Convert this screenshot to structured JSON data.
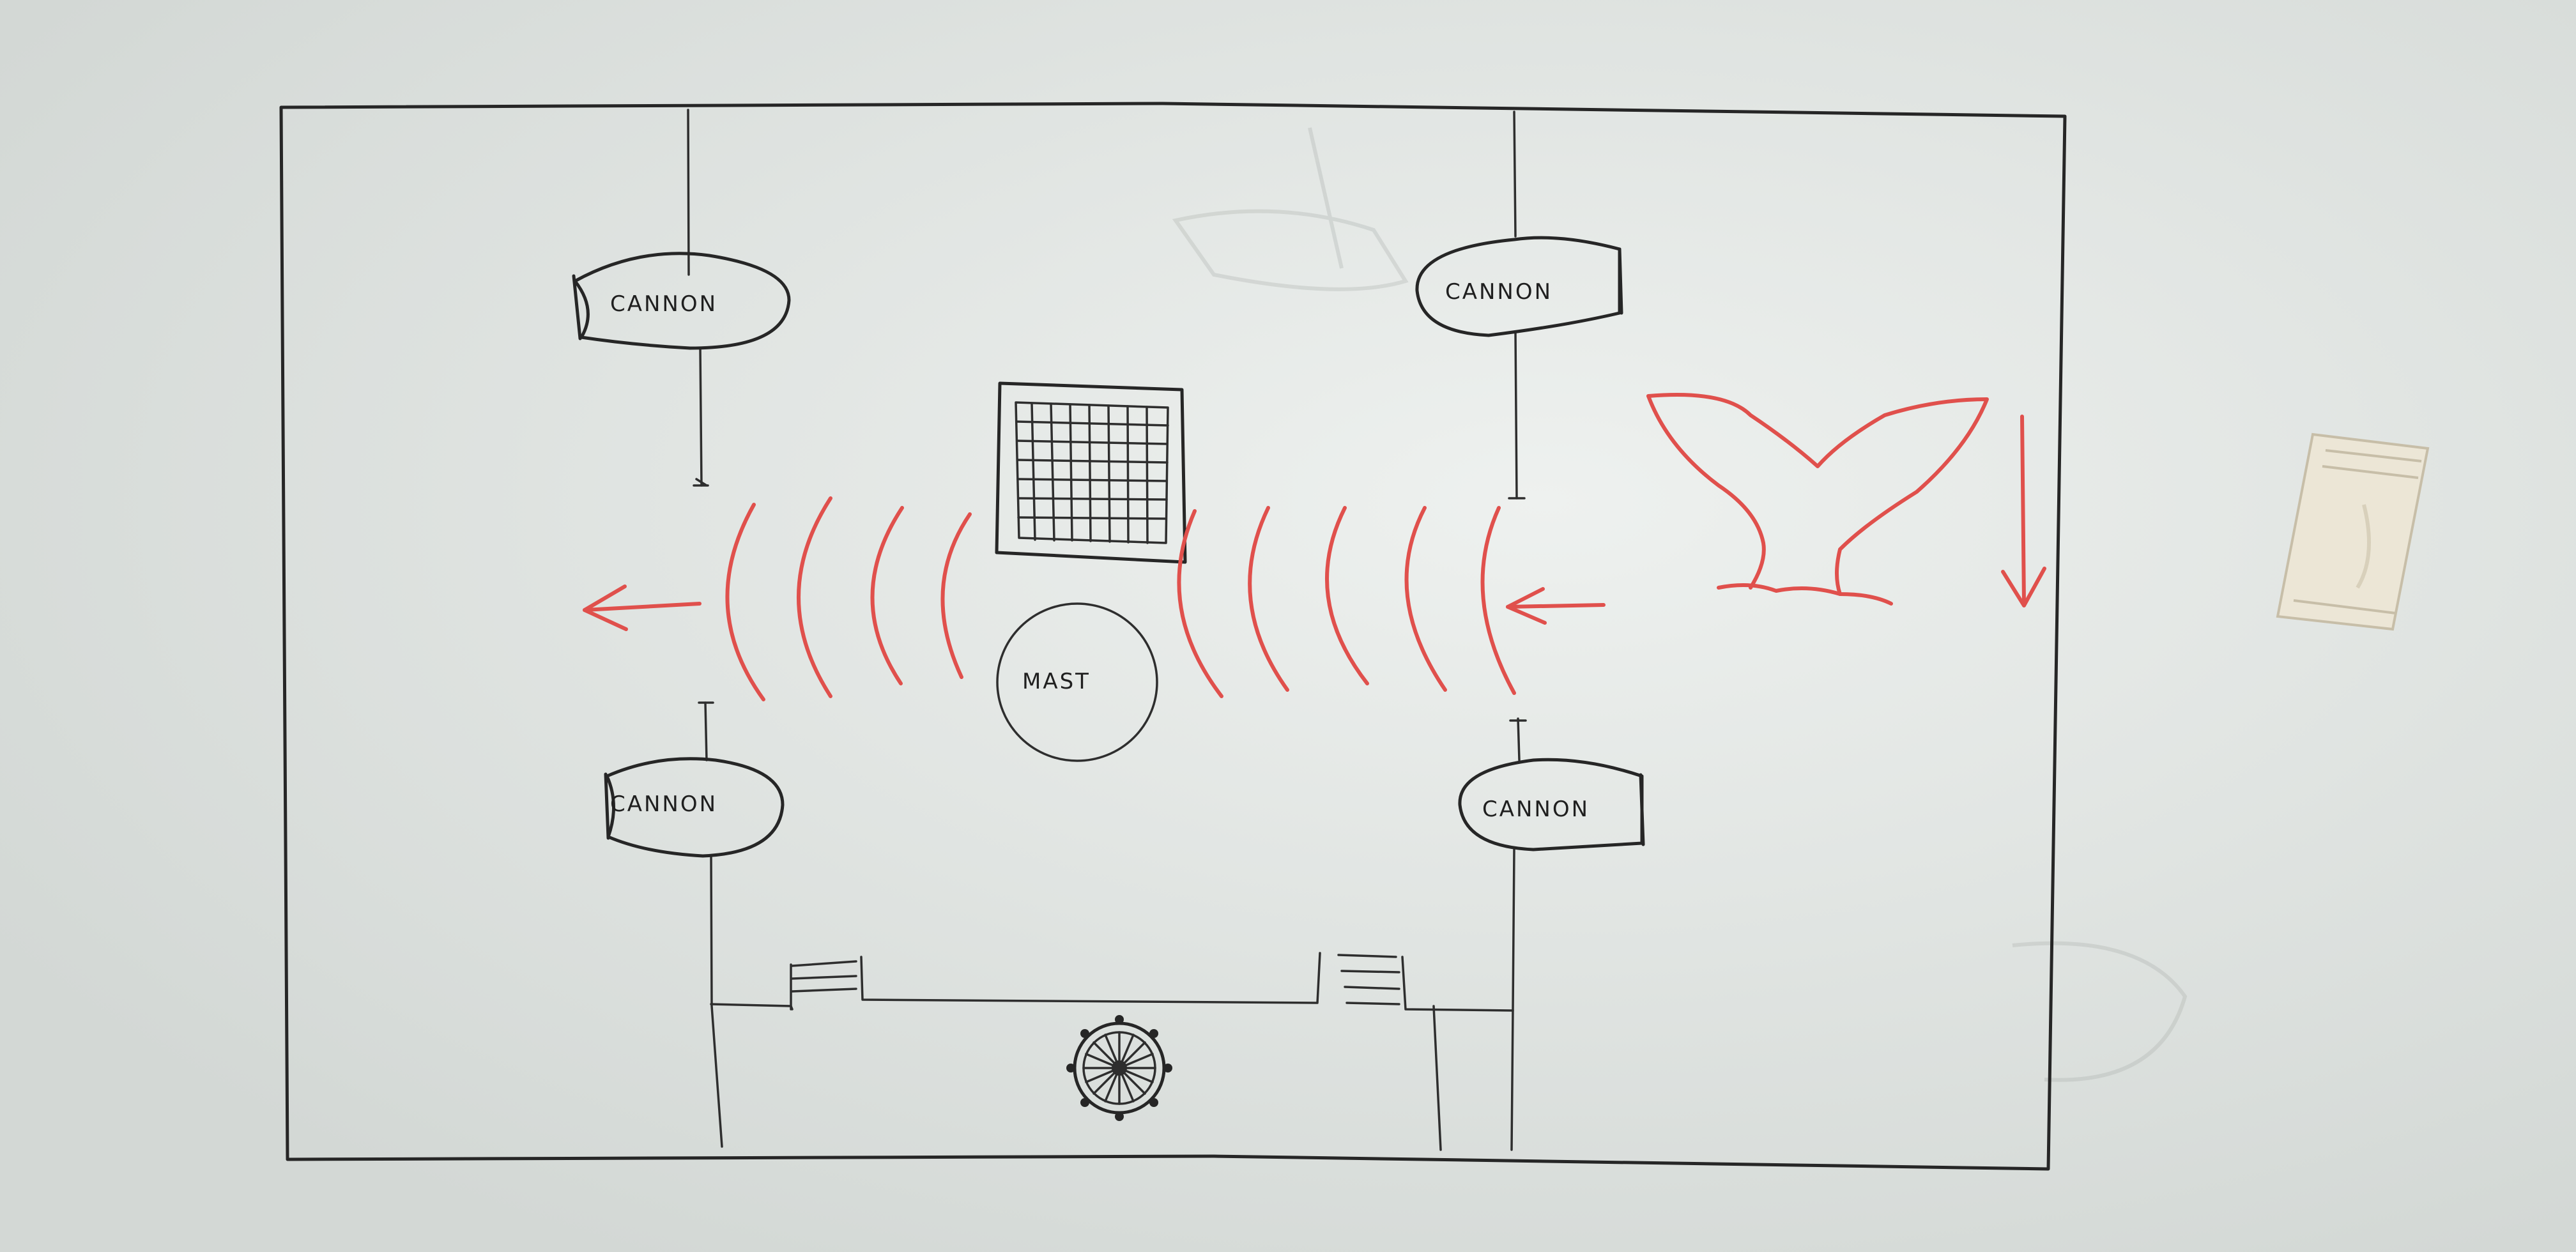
{
  "diagram": {
    "cannons": [
      {
        "label": "CANNON"
      },
      {
        "label": "CANNON"
      },
      {
        "label": "CANNON"
      },
      {
        "label": "CANNON"
      }
    ],
    "mast": {
      "label": "MAST"
    }
  },
  "colors": {
    "board": "#dfe3e0",
    "ink": "#262626",
    "marker_red": "#e0504c",
    "eraser": "#ece6d6"
  },
  "icons": [
    "grid-sail-icon",
    "ship-wheel-icon",
    "whale-tail-icon",
    "eraser"
  ]
}
